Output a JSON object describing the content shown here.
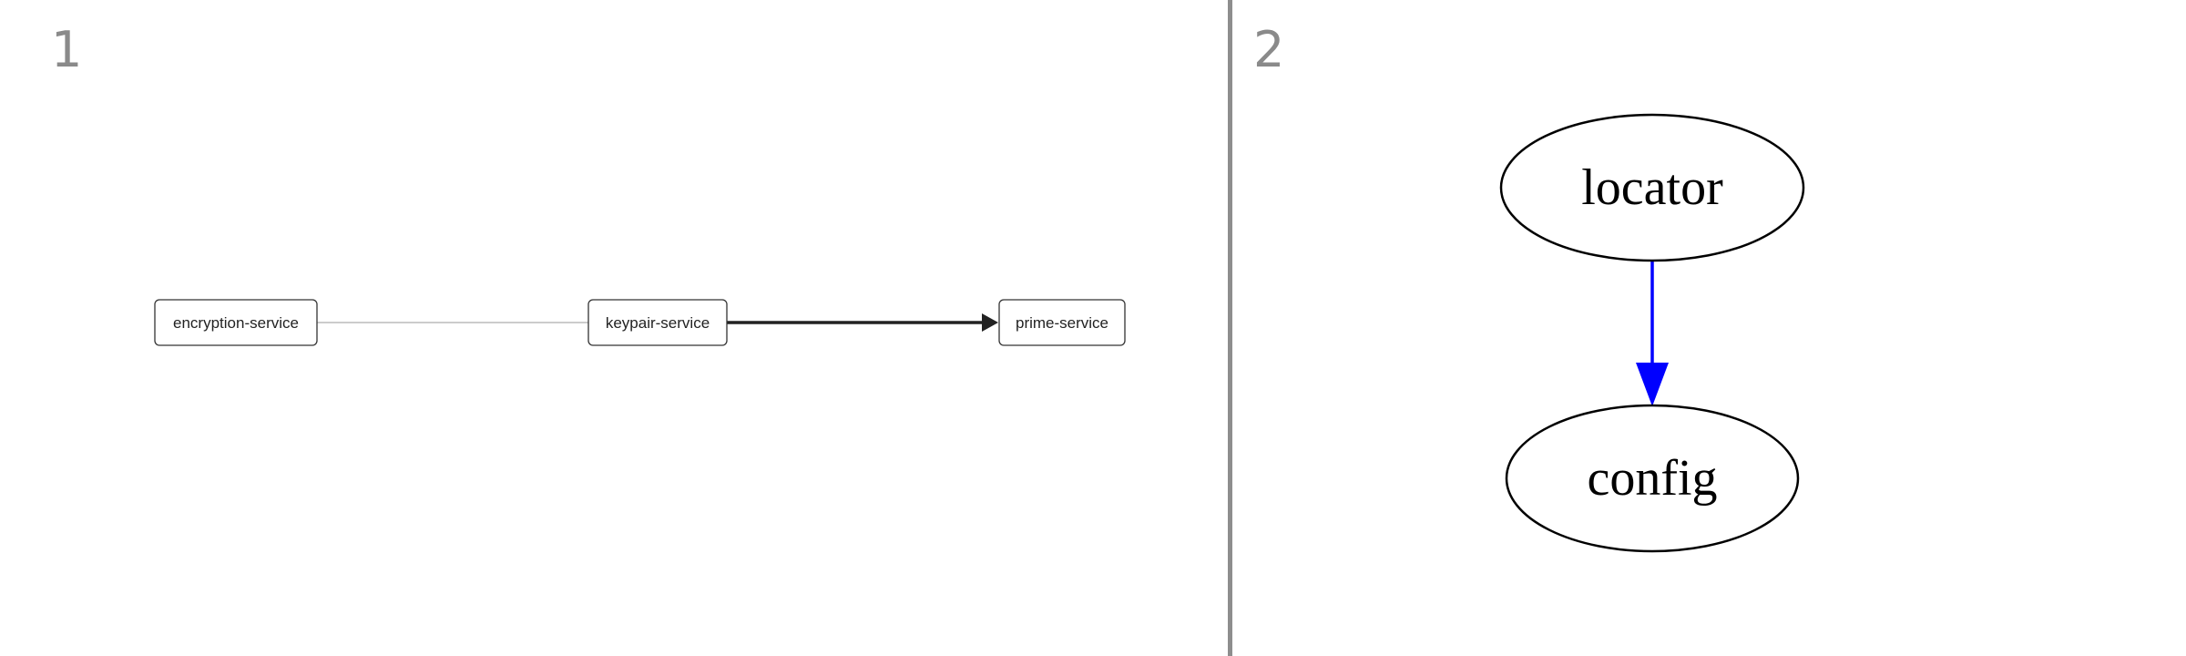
{
  "panels": [
    {
      "number": "1",
      "diagram": {
        "nodes": [
          {
            "id": "encryption-service",
            "label": "encryption-service"
          },
          {
            "id": "keypair-service",
            "label": "keypair-service"
          },
          {
            "id": "prime-service",
            "label": "prime-service"
          }
        ],
        "edges": [
          {
            "from": "encryption-service",
            "to": "keypair-service",
            "style": "thin-gray-line"
          },
          {
            "from": "keypair-service",
            "to": "prime-service",
            "style": "thick-arrow"
          }
        ]
      }
    },
    {
      "number": "2",
      "diagram": {
        "nodes": [
          {
            "id": "locator",
            "label": "locator"
          },
          {
            "id": "config",
            "label": "config"
          }
        ],
        "edges": [
          {
            "from": "locator",
            "to": "config",
            "color": "#0000ff"
          }
        ]
      }
    }
  ],
  "colors": {
    "divider": "#8e8e8e",
    "panel_number": "#8a8a8a",
    "edge_blue": "#0000ff",
    "edge_dark": "#222222",
    "edge_light": "#bbbbbb"
  }
}
